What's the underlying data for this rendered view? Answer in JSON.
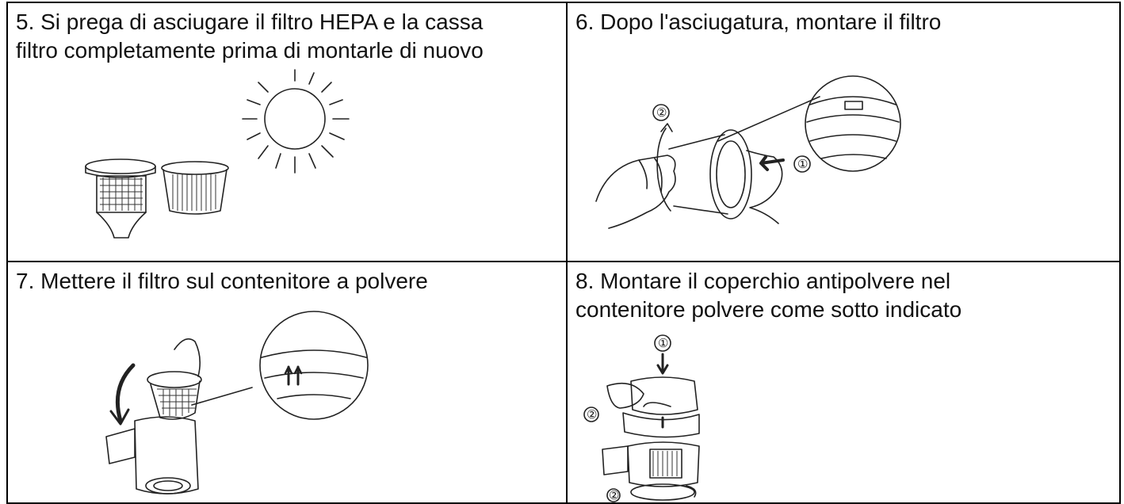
{
  "steps": [
    {
      "line1": "5. Si prega di asciugare il filtro HEPA e la cassa",
      "line2": "filtro completamente prima di montarle di nuovo"
    },
    {
      "line1": "6. Dopo l'asciugatura, montare il filtro",
      "line2": "",
      "marker1": "①",
      "marker2": "②"
    },
    {
      "line1": "7. Mettere il filtro sul contenitore a polvere",
      "line2": ""
    },
    {
      "line1": "8. Montare il coperchio antipolvere nel",
      "line2": "contenitore polvere come sotto indicato",
      "marker1": "①",
      "marker2": "②"
    }
  ]
}
